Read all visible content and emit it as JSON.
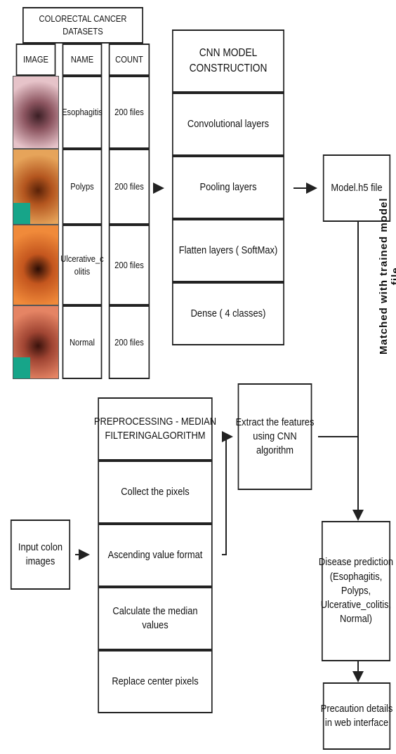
{
  "dataset": {
    "title": "COLORECTAL CANCER DATASETS",
    "headers": [
      "IMAGE",
      "NAME",
      "COUNT"
    ],
    "rows": [
      {
        "name": "Esophagitis",
        "count": "200 files",
        "thumb": [
          "#e6c3c9",
          "#8c5560",
          "#3b1f25"
        ]
      },
      {
        "name": "Polyps",
        "count": "200 files",
        "thumb": [
          "#e6a45a",
          "#b4561f",
          "#5a2208"
        ]
      },
      {
        "name": "Ulcerative_c\nolitis",
        "count": "200 files",
        "thumb": [
          "#f08a3a",
          "#c4561e",
          "#2a0d05"
        ]
      },
      {
        "name": "Normal",
        "count": "200 files",
        "thumb": [
          "#e58464",
          "#a04533",
          "#3a120c"
        ]
      }
    ]
  },
  "cnn": {
    "title": "CNN MODEL CONSTRUCTION",
    "layers": [
      "Convolutional layers",
      "Pooling layers",
      "Flatten layers ( SoftMax)",
      "Dense ( 4 classes)"
    ]
  },
  "model_file": "Model.h5 file",
  "matched_label": "Matched with trained model\nfile",
  "preprocessing": {
    "title": "PREPROCESSING - MEDIAN\nFILTERINGALGORITHM",
    "steps": [
      "Collect the pixels",
      "Ascending value format",
      "Calculate the median values",
      "Replace center pixels"
    ]
  },
  "extract": "Extract the features\nusing CNN\nalgorithm",
  "input": "Input colon\nimages",
  "prediction": "Disease prediction\n(Esophagitis,\nPolyps,\nUlcerative_colitis,\nNormal)",
  "precaution": "Precaution details\nin web interface",
  "colors": {
    "stroke": "#222222",
    "tag": "#17a589"
  }
}
